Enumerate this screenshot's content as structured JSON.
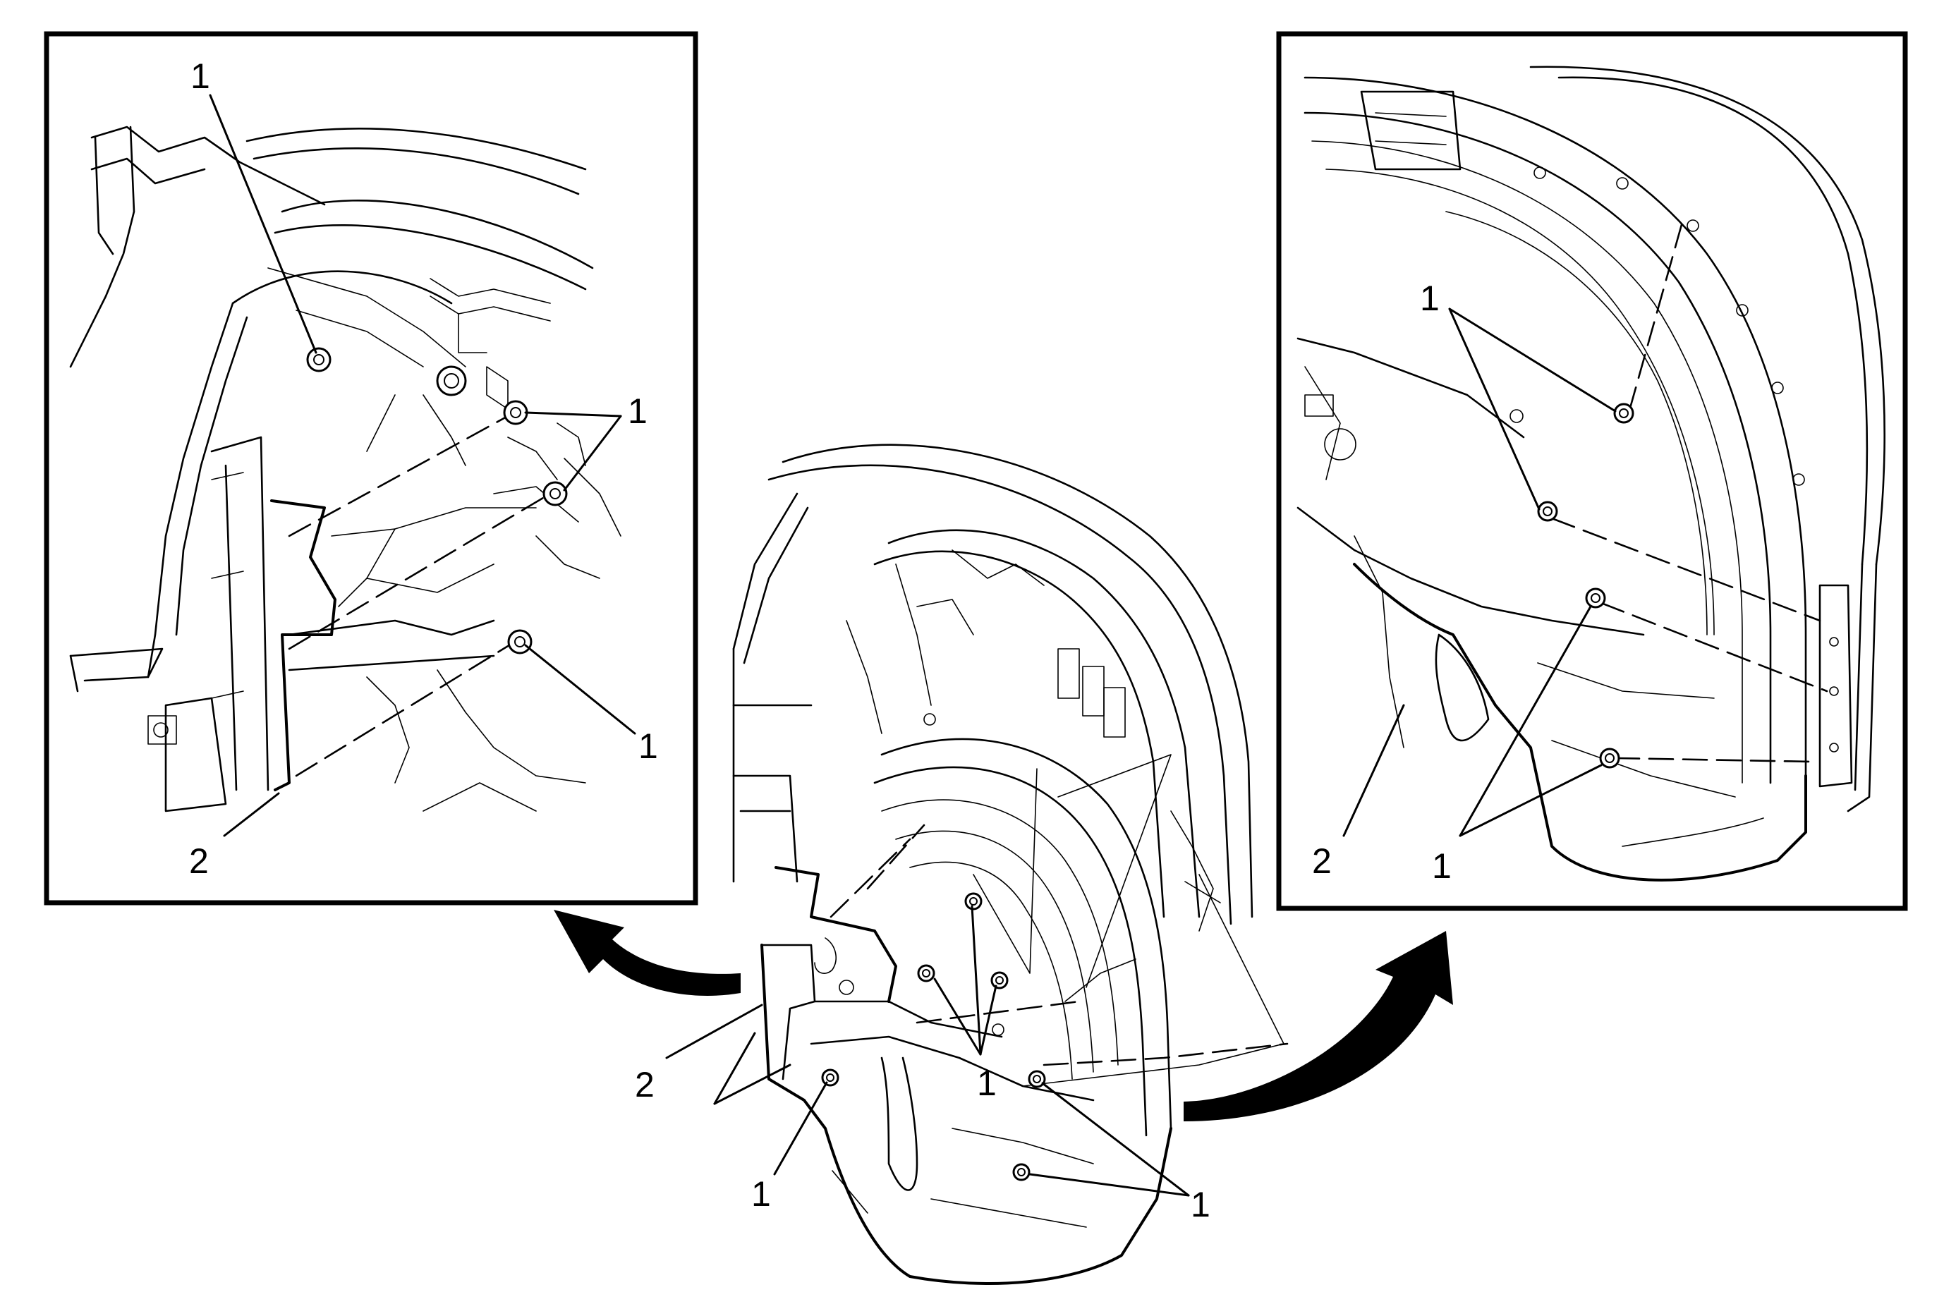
{
  "figure": {
    "style": "line-art exploded view",
    "colors": {
      "ink": "#000000",
      "paper": "#ffffff"
    },
    "callouts": {
      "left_panel": [
        "1",
        "1",
        "1",
        "2"
      ],
      "right_panel": [
        "1",
        "1",
        "2"
      ],
      "center_view": [
        "2",
        "1",
        "1",
        "1"
      ]
    },
    "arrows": [
      "to-left-panel",
      "to-right-panel"
    ]
  }
}
